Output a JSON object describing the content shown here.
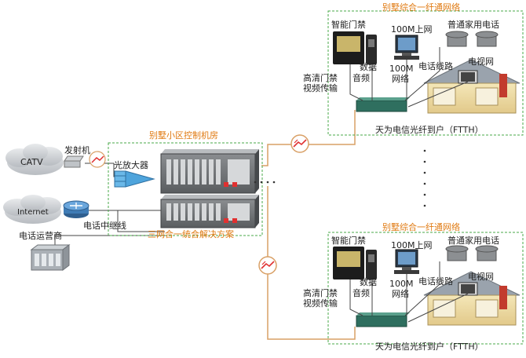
{
  "villa_network_title": "别墅综合一纤通网络",
  "villa_items": {
    "smart_access": "智能门禁",
    "internet_100m": "100M上网",
    "telephone": "普通家用电话",
    "data": "数据",
    "audio": "音频",
    "network_100m": "100M",
    "network_word": "网络",
    "phone_line": "电话线路",
    "tv_network": "电视网",
    "hd_access_1": "高清门禁",
    "hd_access_2": "视频传输",
    "ftth": "天为电信光纤到户（FTTH）"
  },
  "control_room_title": "别墅小区控制机房",
  "catv": "CATV",
  "transmitter": "发射机",
  "amplifier": "光放大器",
  "internet": "Internet",
  "relay": "电话中继线",
  "telco": "电话运营商",
  "solution": "三网合一统合解决方案",
  "colors": {
    "accent": "#e07a12",
    "cloud": "#c9ccd0",
    "dashed_box": "#4aa84a",
    "link": "#d9a066"
  }
}
